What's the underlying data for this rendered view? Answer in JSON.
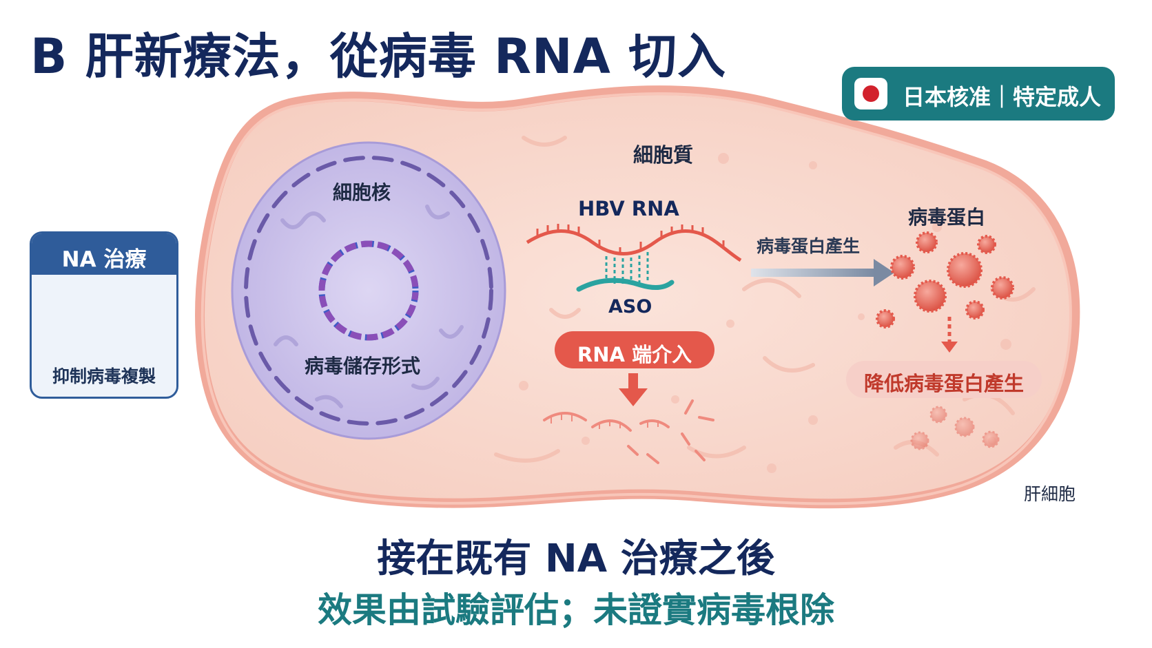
{
  "title": "B 肝新療法，從病毒 RNA 切入",
  "badge": {
    "text": "日本核准｜特定成人",
    "flag_icon": "japan-flag-icon"
  },
  "na_card": {
    "heading": "NA 治療",
    "caption": "抑制病毒複製"
  },
  "cell": {
    "cytoplasm_label": "細胞質",
    "nucleus_label": "細胞核",
    "storage_label": "病毒儲存形式",
    "cell_label": "肝細胞"
  },
  "rna": {
    "hbv_label": "HBV RNA",
    "aso_label": "ASO",
    "intervention_label": "RNA 端介入"
  },
  "protein": {
    "arrow_label": "病毒蛋白產生",
    "heading": "病毒蛋白",
    "reduced_label": "降低病毒蛋白產生"
  },
  "bottom": {
    "line1": "接在既有 NA 治療之後",
    "line2": "效果由試驗評估；未證實病毒根除"
  },
  "colors": {
    "navy": "#14285c",
    "teal": "#1b7a80",
    "cell_fill": "#f9d9cf",
    "cell_border": "#f1a99a",
    "nucleus_fill": "#cfc6ec",
    "rna_red": "#e4584b",
    "aso_teal": "#2aa3a0",
    "protein_red": "#e86a5c",
    "na_blue": "#2f5c9a"
  }
}
